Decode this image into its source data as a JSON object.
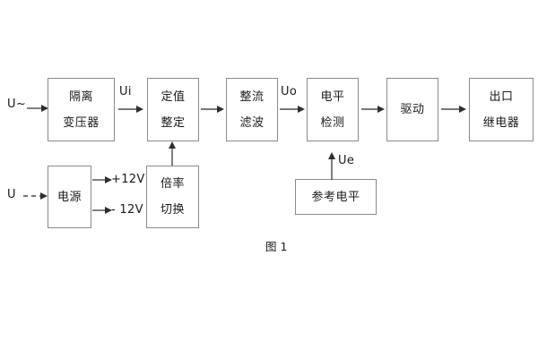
{
  "figure": {
    "caption": "图 1",
    "background": "#ffffff",
    "stroke": "#8a8a8a",
    "arrow_color": "#2e2e2e"
  },
  "blocks": [
    {
      "id": "isolation-transformer",
      "lines": [
        "隔离",
        "变压器"
      ]
    },
    {
      "id": "setpoint-setting",
      "lines": [
        "定值",
        "整定"
      ]
    },
    {
      "id": "rectify-filter",
      "lines": [
        "整流",
        "滤波"
      ]
    },
    {
      "id": "level-detection",
      "lines": [
        "电平",
        "检测"
      ]
    },
    {
      "id": "drive",
      "lines": [
        "驱动"
      ]
    },
    {
      "id": "output-relay",
      "lines": [
        "出口",
        "继电器"
      ]
    },
    {
      "id": "power-supply",
      "lines": [
        "电源"
      ]
    },
    {
      "id": "multiplier-switch",
      "lines": [
        "倍率",
        "切换"
      ]
    },
    {
      "id": "reference-level",
      "lines": [
        "参考电平"
      ]
    }
  ],
  "labels": {
    "input_ac": "U~",
    "input_dc": "U",
    "signal_ui": "Ui",
    "signal_uo": "Uo",
    "signal_ue": "Ue",
    "rail_positive": "+12V",
    "rail_negative": "- 12V"
  }
}
